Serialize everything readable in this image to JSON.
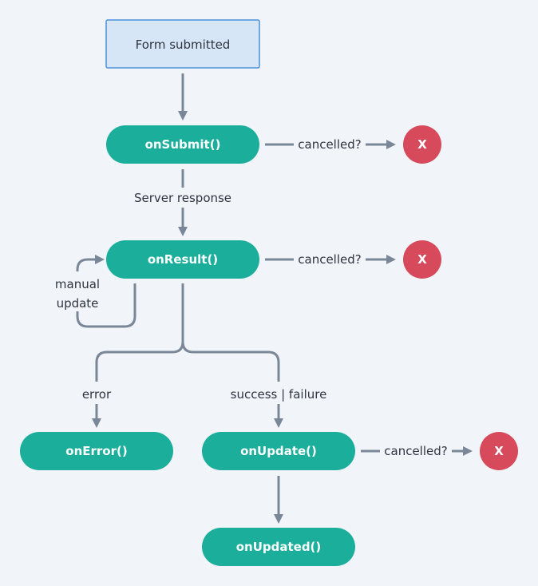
{
  "diagram": {
    "colors": {
      "background": "#f1f4f8",
      "node_fill": "#1aae9b",
      "start_fill": "#d6e6f6",
      "start_stroke": "#4a90d9",
      "cancel_fill": "#d64a5c",
      "edge": "#7a8798"
    },
    "nodes": {
      "start": "Form submitted",
      "on_submit": "onSubmit()",
      "on_result": "onResult()",
      "on_error": "onError()",
      "on_update": "onUpdate()",
      "on_updated": "onUpdated()"
    },
    "cancel_marker": "X",
    "edges": {
      "cancelled_1": "cancelled?",
      "cancelled_2": "cancelled?",
      "cancelled_3": "cancelled?",
      "server_response": "Server response",
      "manual_update_line1": "manual",
      "manual_update_line2": "update",
      "error": "error",
      "success_failure": "success | failure"
    }
  }
}
